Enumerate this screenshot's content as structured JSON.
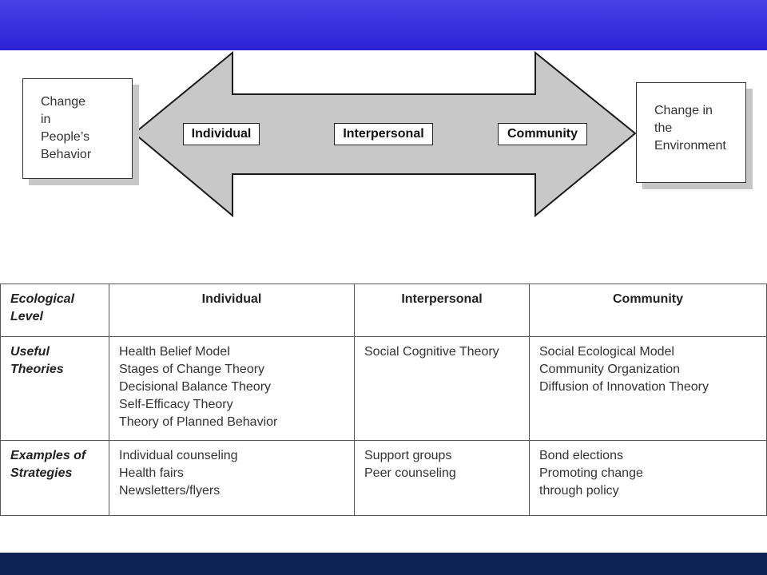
{
  "diagram": {
    "left_box": "Change\nin\nPeople’s\nBehavior",
    "right_box": "Change in\nthe\nEnvironment",
    "arrow_labels": [
      "Individual",
      "Interpersonal",
      "Community"
    ]
  },
  "table": {
    "header": {
      "row_label": "Ecological\nLevel",
      "columns": [
        "Individual",
        "Interpersonal",
        "Community"
      ]
    },
    "rows": [
      {
        "label": "Useful\nTheories",
        "cells": [
          "Health Belief Model\nStages of Change Theory\nDecisional Balance Theory\nSelf-Efficacy Theory\nTheory of Planned Behavior",
          "Social Cognitive Theory",
          "Social Ecological Model\nCommunity Organization\nDiffusion of Innovation Theory"
        ]
      },
      {
        "label": "Examples of\nStrategies",
        "cells": [
          "Individual counseling\nHealth fairs\nNewsletters/flyers",
          "Support groups\nPeer counseling",
          "Bond elections\nPromoting change\nthrough policy"
        ]
      }
    ]
  },
  "colors": {
    "top_bar": "#3a31de",
    "bottom_bar": "#0e2257",
    "arrow_fill": "#c8c8c8"
  }
}
